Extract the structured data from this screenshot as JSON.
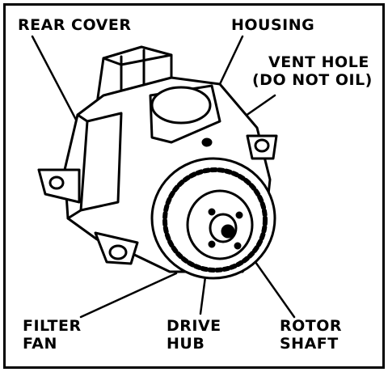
{
  "labels": {
    "rear_cover": "REAR COVER",
    "housing": "HOUSING",
    "vent_hole": [
      "VENT HOLE",
      "(DO NOT OIL)"
    ],
    "filter_fan": [
      "FILTER",
      "FAN"
    ],
    "drive_hub": [
      "DRIVE",
      "HUB"
    ],
    "rotor_shaft": [
      "ROTOR",
      "SHAFT"
    ]
  },
  "colors": {
    "ink": "#000000",
    "paper": "#ffffff"
  }
}
